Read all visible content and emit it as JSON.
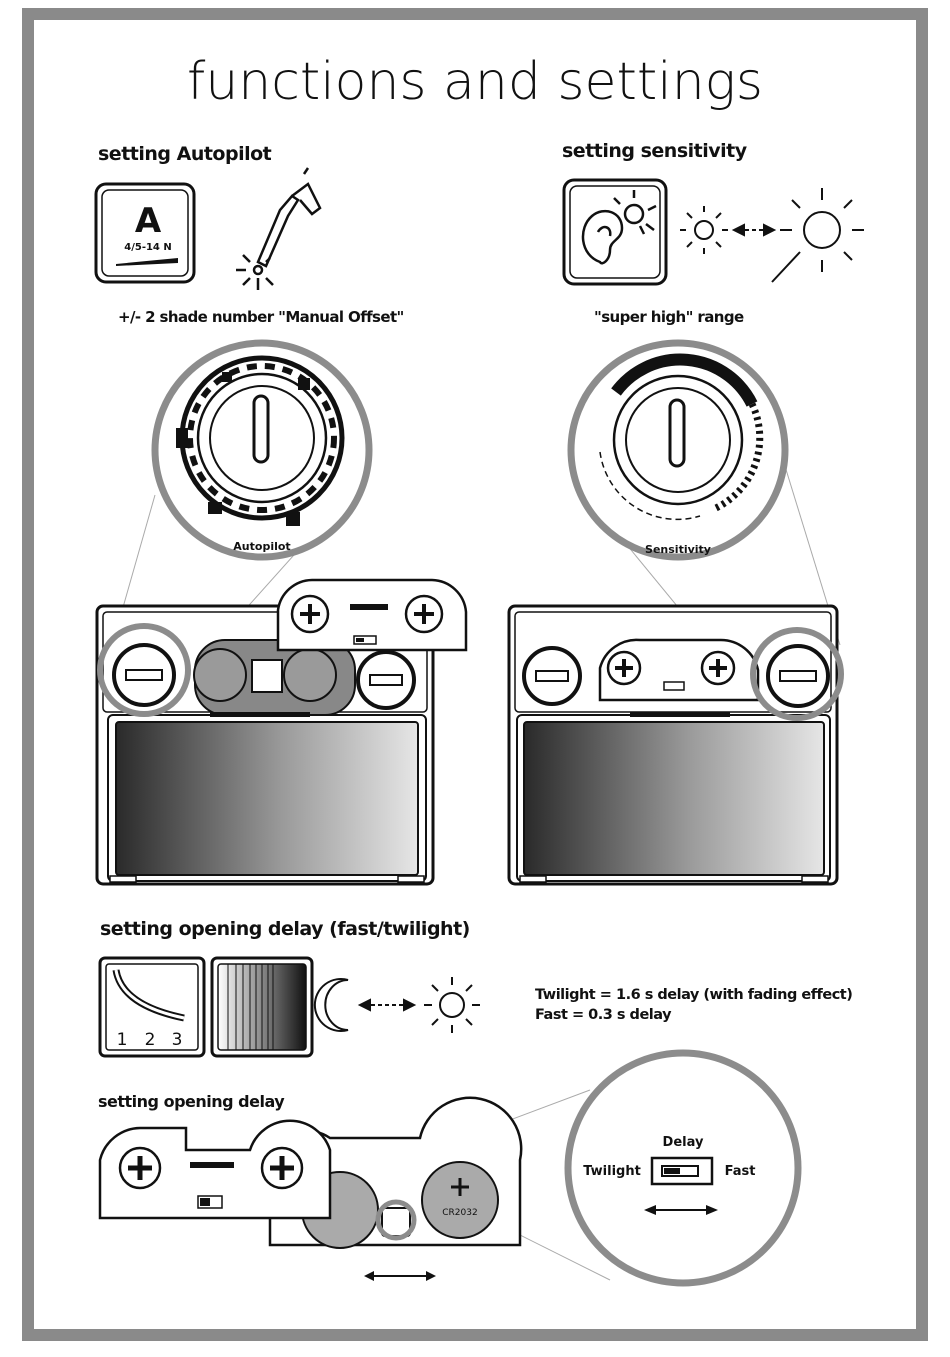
{
  "title": "functions and settings",
  "autopilot": {
    "heading": "setting Autopilot",
    "caption": "+/- 2 shade number \"Manual Offset\"",
    "icon_letter": "A",
    "icon_sub": "4/5-14 N",
    "dial_label": "Autopilot"
  },
  "sensitivity": {
    "heading": "setting sensitivity",
    "caption": "\"super high\" range",
    "dial_label": "Sensitivity"
  },
  "opening_delay_fast_twilight": {
    "heading": "setting opening delay (fast/twilight)",
    "curve_numbers": [
      "1",
      "2",
      "3"
    ],
    "notes": [
      "Twilight = 1.6 s delay (with fading effect)",
      "Fast = 0.3 s delay"
    ]
  },
  "opening_delay": {
    "heading": "setting opening delay",
    "switch_title": "Delay",
    "switch_left": "Twilight",
    "switch_right": "Fast",
    "battery_label": "CR2032"
  },
  "colors": {
    "frame": "#8a8a8a",
    "callout_circle": "#8c8c8c",
    "ink": "#111111",
    "lens_dark": "#2a2a2a",
    "lens_light": "#e6e6e6"
  },
  "icons": [
    "letter-a-icon",
    "welding-torch-icon",
    "ear-light-icon",
    "sun-small-icon",
    "sun-large-icon",
    "arrows-icon",
    "delay-curve-icon",
    "fade-bars-icon",
    "moon-icon",
    "sun-icon"
  ]
}
